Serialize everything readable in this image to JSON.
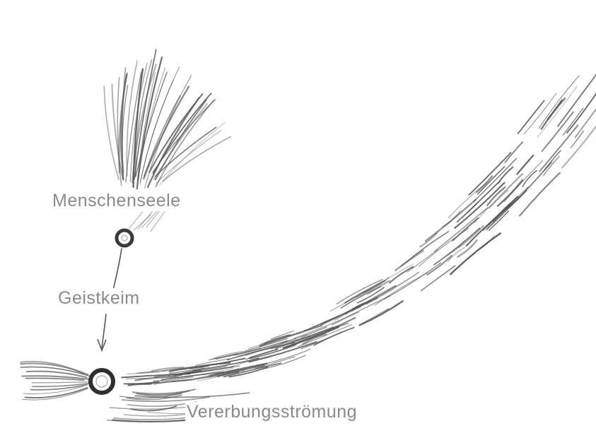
{
  "labels": {
    "soul": "Menschenseele",
    "germ": "Geistkeim",
    "heredity": "Vererbungsströmung"
  },
  "colors": {
    "ink": "#555555",
    "label": "#8a8a8a",
    "background": "#ffffff"
  }
}
